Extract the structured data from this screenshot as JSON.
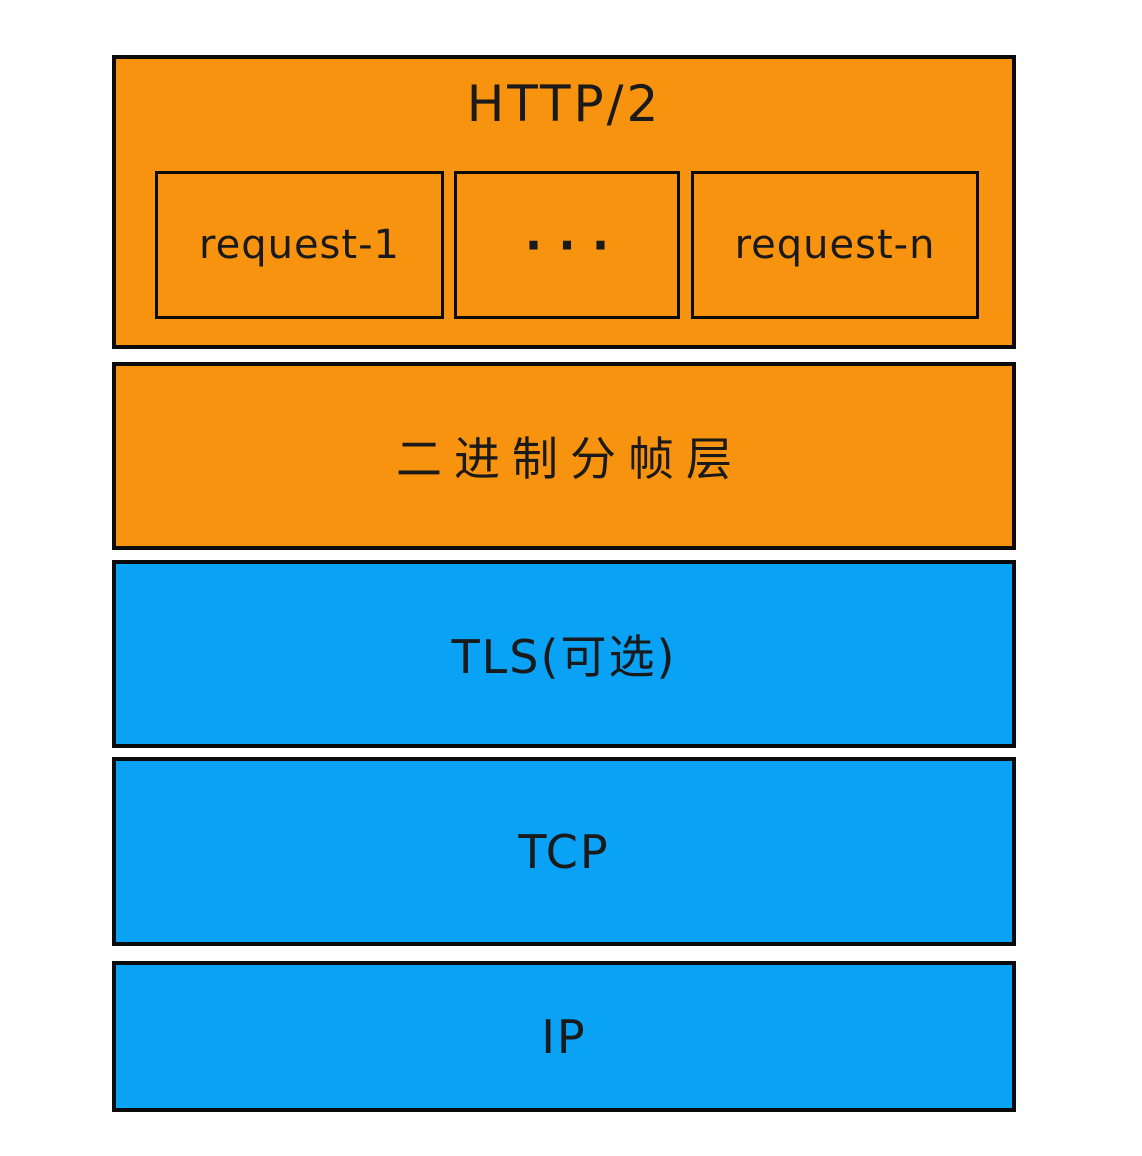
{
  "colors": {
    "orange": "#F7930E",
    "blue": "#09A2F4",
    "border": "#0B0B0B",
    "text": "#1A1A1A",
    "background": "#FFFFFF"
  },
  "diagram": {
    "description": "HTTP/2 protocol layer stack",
    "layers": [
      {
        "id": "http2",
        "label": "HTTP/2",
        "color": "orange",
        "children": [
          "request-1",
          "···",
          "request-n"
        ]
      },
      {
        "id": "binary-framing",
        "label": "二进制分帧层",
        "color": "orange"
      },
      {
        "id": "tls",
        "label": "TLS(可选)",
        "color": "blue"
      },
      {
        "id": "tcp",
        "label": "TCP",
        "color": "blue"
      },
      {
        "id": "ip",
        "label": "IP",
        "color": "blue"
      }
    ]
  }
}
